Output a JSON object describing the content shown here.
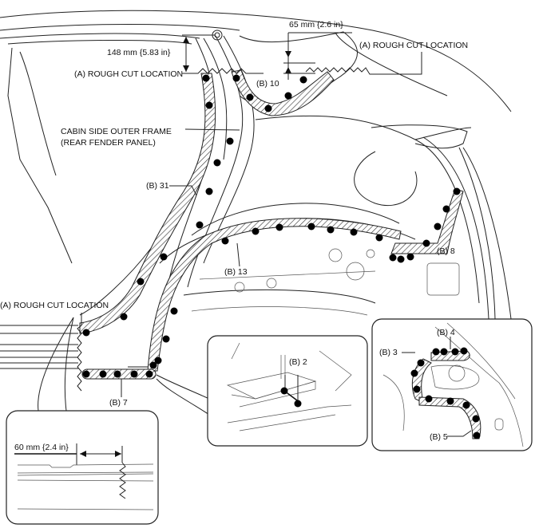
{
  "figure": {
    "labels": {
      "dim_148": "148 mm {5.83 in}",
      "dim_65": "65 mm {2.6 in}",
      "dim_60": "60 mm {2.4 in}",
      "rough_cut_top_left": "(A) ROUGH CUT LOCATION",
      "rough_cut_top_right": "(A) ROUGH CUT LOCATION",
      "rough_cut_left": "(A) ROUGH CUT LOCATION",
      "part_name_line1": "CABIN SIDE OUTER FRAME",
      "part_name_line2": "(REAR FENDER PANEL)",
      "weld_b10": "(B) 10",
      "weld_b31": "(B) 31",
      "weld_b13": "(B) 13",
      "weld_b8": "(B) 8",
      "weld_b7": "(B) 7",
      "weld_b2": "(B) 2",
      "weld_b3": "(B) 3",
      "weld_b4": "(B) 4",
      "weld_b5": "(B) 5"
    },
    "detail_views": [
      "rough-cut-detail",
      "floor-detail",
      "rear-detail"
    ]
  }
}
